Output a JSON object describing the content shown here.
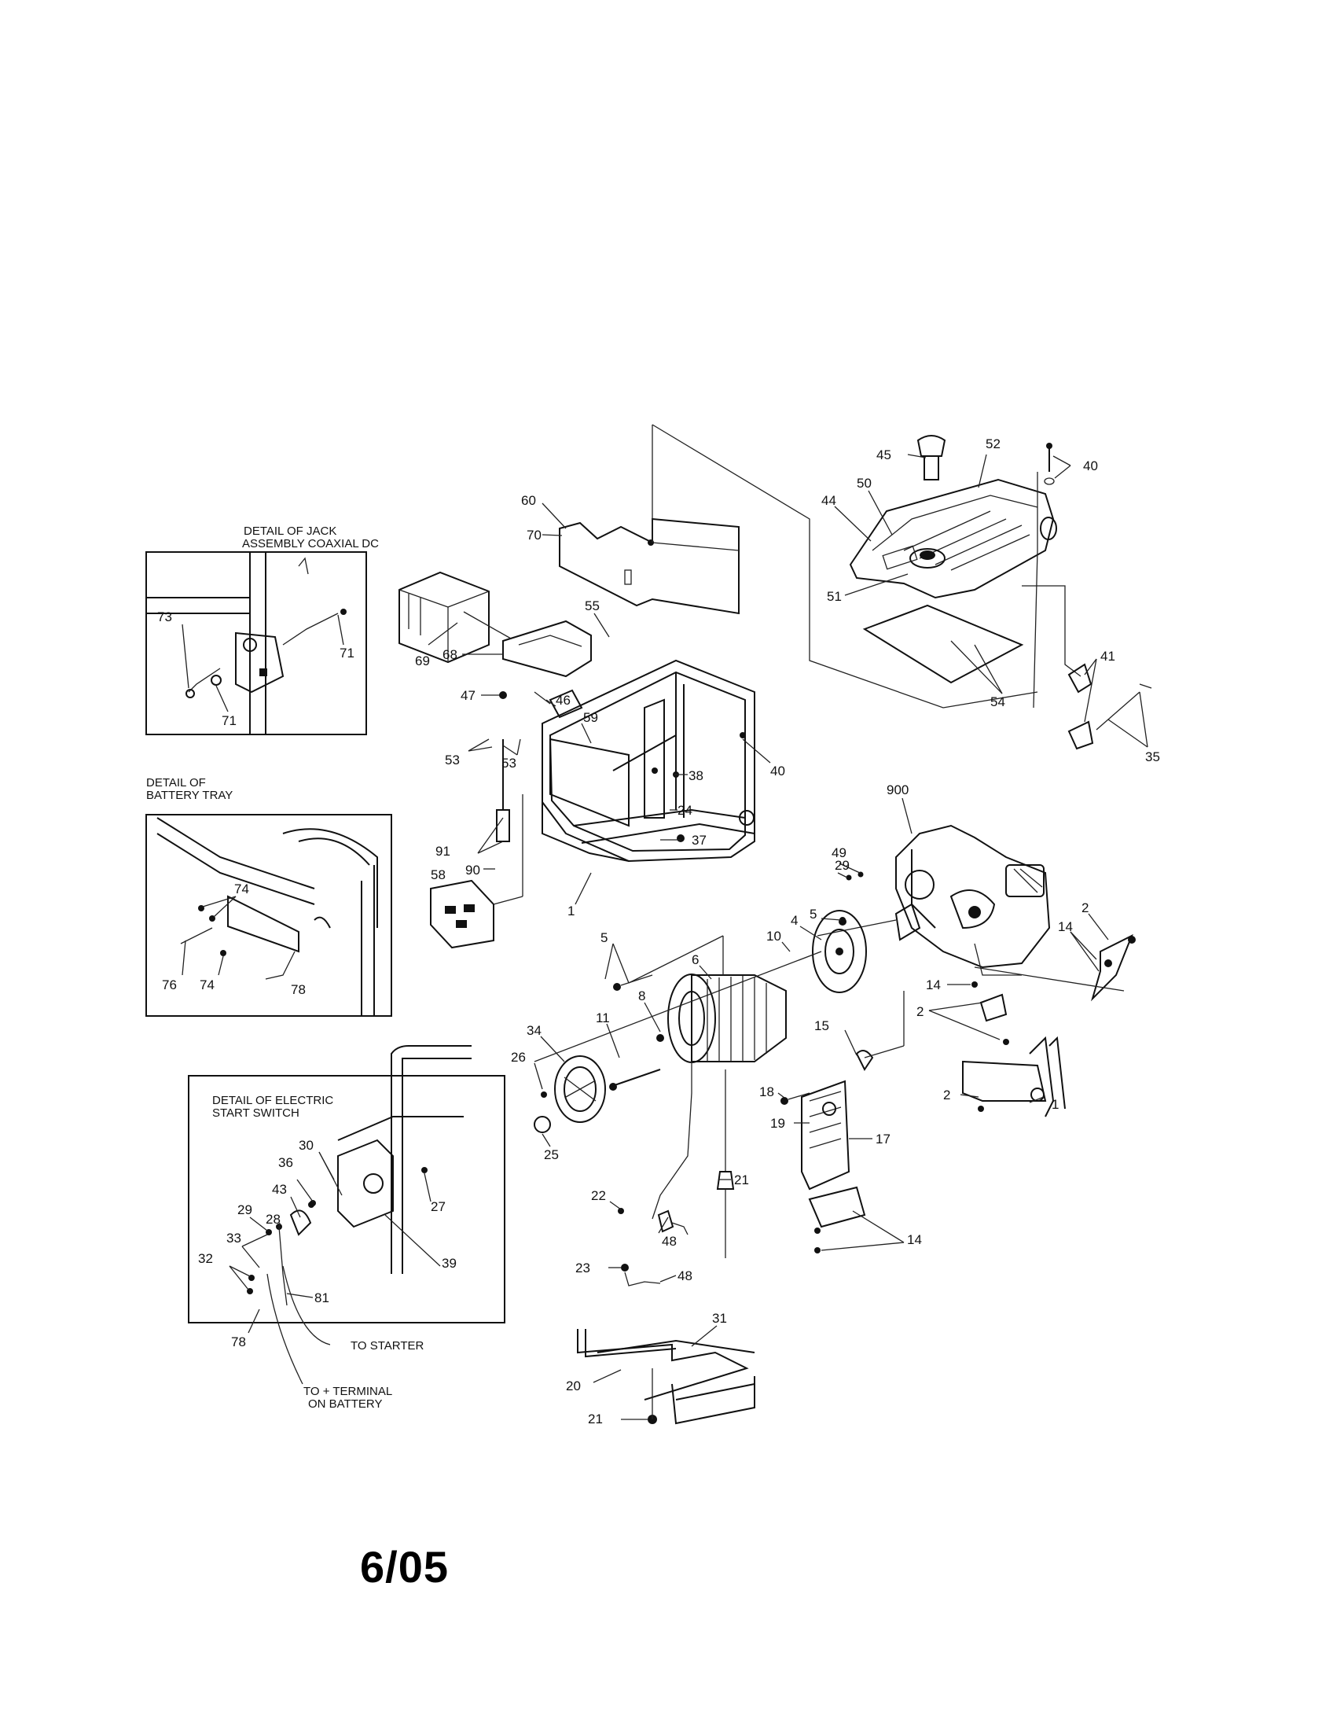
{
  "labels": {
    "l45": "45",
    "l52": "52",
    "l40a": "40",
    "l50": "50",
    "l44": "44",
    "l51": "51",
    "l54": "54",
    "l41": "41",
    "l35": "35",
    "l60": "60",
    "l70": "70",
    "l69": "69",
    "l68": "68",
    "l47": "47",
    "l55": "55",
    "l46": "46",
    "l59": "59",
    "l53a": "53",
    "l53b": "53",
    "l38": "38",
    "l40b": "40",
    "l24": "24",
    "l91": "91",
    "l90": "90",
    "l37": "37",
    "l58": "58",
    "l1a": "1",
    "l900": "900",
    "l29a": "29",
    "l49": "49",
    "l5a": "5",
    "l4": "4",
    "l10": "10",
    "l2a": "2",
    "l14a": "14",
    "l14b": "14",
    "l5b": "5",
    "l6": "6",
    "l8": "8",
    "l2b": "2",
    "l34": "34",
    "l11": "11",
    "l15": "15",
    "l26": "26",
    "l2c": "2",
    "l1b": "1",
    "l18": "18",
    "l25": "25",
    "l19": "19",
    "l17": "17",
    "l22": "22",
    "l21a": "21",
    "l48a": "48",
    "l14c": "14",
    "l23": "23",
    "l48b": "48",
    "l31": "31",
    "l20": "20",
    "l21b": "21",
    "l73": "73",
    "l71a": "71",
    "l71b": "71",
    "l74a": "74",
    "l76": "76",
    "l74b": "74",
    "l78a": "78",
    "l30": "30",
    "l36": "36",
    "l43": "43",
    "l27": "27",
    "l29b": "29",
    "l28": "28",
    "l33": "33",
    "l39": "39",
    "l32": "32",
    "l81": "81",
    "l78b": "78"
  },
  "details": {
    "jack_line1": "DETAIL OF JACK",
    "jack_line2": "ASSEMBLY COAXIAL DC",
    "battery_line1": "DETAIL OF",
    "battery_line2": "BATTERY TRAY",
    "switch_line1": "DETAIL OF ELECTRIC",
    "switch_line2": "START SWITCH"
  },
  "callouts": {
    "to_starter": "TO STARTER",
    "to_terminal_line1": "TO + TERMINAL",
    "to_terminal_line2": "ON BATTERY"
  },
  "footer": {
    "date_code": "6/05"
  }
}
